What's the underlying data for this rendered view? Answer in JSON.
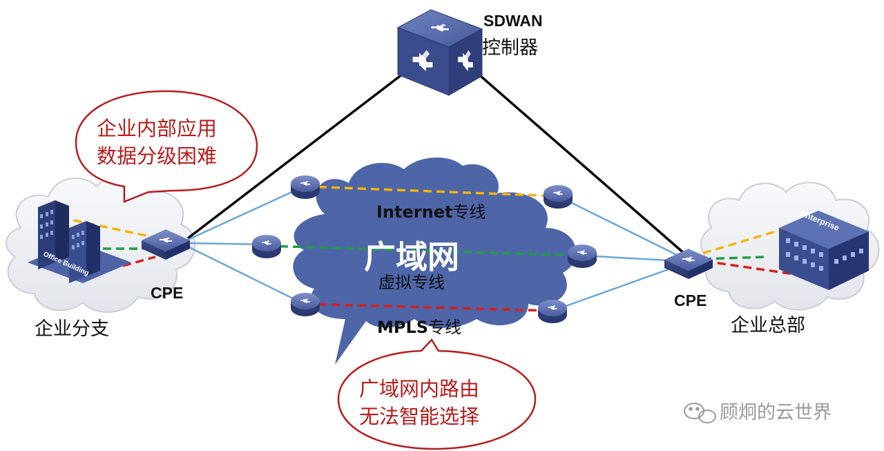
{
  "controller": {
    "title": "SDWAN",
    "subtitle": "控制器"
  },
  "branch": {
    "label": "企业分支",
    "cpe_label": "CPE",
    "building_text": "Office Building",
    "callout": [
      "企业内部应用",
      "数据分级困难"
    ]
  },
  "hq": {
    "label": "企业总部",
    "cpe_label": "CPE",
    "building_text": "Enterprise"
  },
  "wan": {
    "title": "广域网",
    "lines": {
      "internet": {
        "name": "Internet",
        "suffix": "专线",
        "color": "#f4b400"
      },
      "virtual": {
        "label": "虚拟专线",
        "color": "#1e9e46"
      },
      "mpls": {
        "name": "MPLS",
        "suffix": "专线",
        "color": "#d62020"
      }
    },
    "callout": [
      "广域网内路由",
      "无法智能选择"
    ]
  },
  "watermark": {
    "icon": "wechat-icon",
    "text": "顾炯的云世界"
  },
  "colors": {
    "cloud_wan": "#4e65a8",
    "cloud_site": "#eef0f4",
    "link_blue": "#6aa6d6",
    "controller_link": "#000000",
    "callout_border": "#b71c1c"
  }
}
